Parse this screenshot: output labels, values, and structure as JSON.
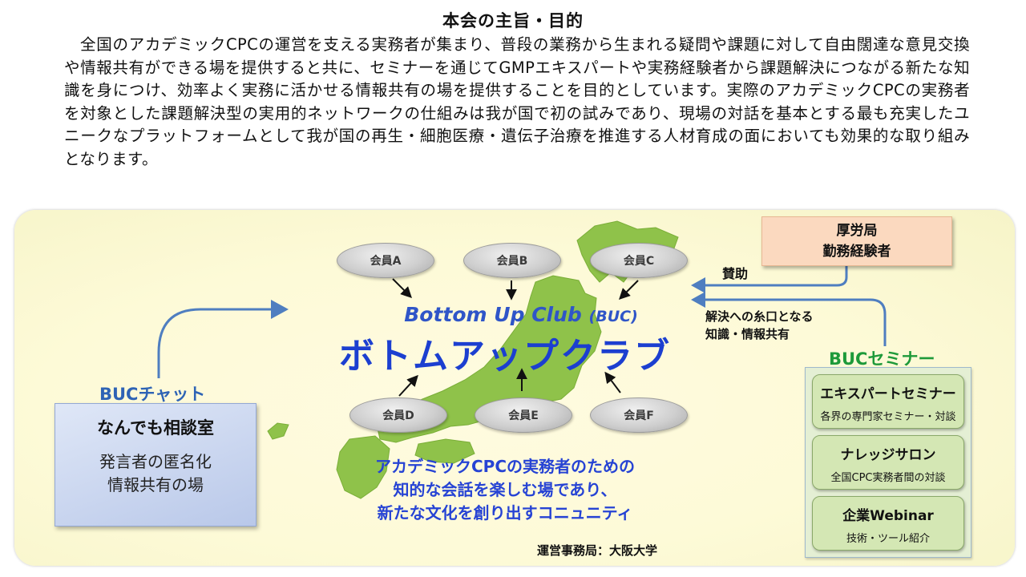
{
  "heading": "本会の主旨・目的",
  "intro": "全国のアカデミックCPCの運営を支える実務者が集まり、普段の業務から生まれる疑問や課題に対して自由闊達な意見交換や情報共有ができる場を提供すると共に、セミナーを通じてGMPエキスパートや実務経験者から課題解決につながる新たな知識を身につけ、効率よく実務に活かせる情報共有の場を提供することを目的としています。実際のアカデミックCPCの実務者を対象とした課題解決型の実用的ネットワークの仕組みは我が国で初の試みであり、現場の対話を基本とする最も充実したユニークなプラットフォームとして我が国の再生・細胞医療・遺伝子治療を推進する人材育成の面においても効果的な取り組みとなります。",
  "center": {
    "name_en": "Bottom Up Club",
    "abbr": "(BUC)",
    "name_ja": "ボトムアップクラブ",
    "members": [
      "会員A",
      "会員B",
      "会員C",
      "会員D",
      "会員E",
      "会員F"
    ],
    "community_lines": [
      "アカデミックCPCの実務者のための",
      "知的な会話を楽しむ場であり、",
      "新たな文化を創り出すコニュニティ"
    ],
    "office": "運営事務局：大阪大学"
  },
  "chat": {
    "label": "BUCチャット",
    "title": "なんでも相談室",
    "lines": [
      "発言者の匿名化",
      "情報共有の場"
    ]
  },
  "mhlw": {
    "lines": [
      "厚労局",
      "勤務経験者"
    ],
    "arrow_label": "賛助"
  },
  "seminar": {
    "arrow_label_lines": [
      "解決への糸口となる",
      "知識・情報共有"
    ],
    "label": "BUCセミナー",
    "items": [
      {
        "title": "エキスパートセミナー",
        "subtitle": "各界の専門家セミナー・対談"
      },
      {
        "title": "ナレッジサロン",
        "subtitle": "全国CPC実務者間の対談"
      },
      {
        "title": "企業Webinar",
        "subtitle": "技術・ツール紹介"
      }
    ]
  },
  "colors": {
    "map": "#8fc24a",
    "arrow_blue": "#4f7ec0",
    "title_blue": "#1c3fd0",
    "seminar_green": "#1e9a3a"
  }
}
